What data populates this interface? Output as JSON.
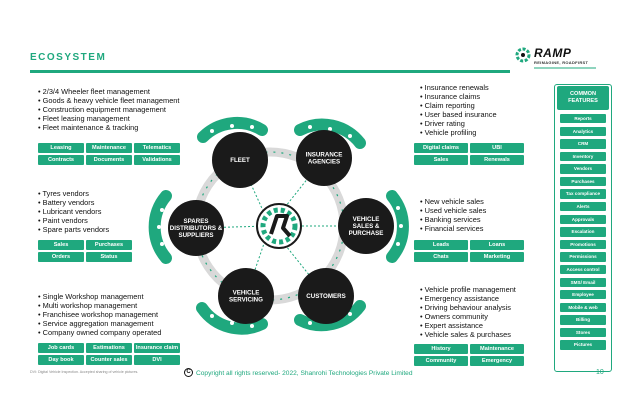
{
  "header": {
    "section_title": "ECOSYSTEM",
    "logo_text": "RAMP",
    "logo_tagline": "REIMAGINE, ROADFIRST"
  },
  "colors": {
    "accent": "#1fa87e",
    "node": "#1a1a1a",
    "ring": "#d9d9d9"
  },
  "diagram": {
    "nodes": [
      {
        "id": "fleet",
        "lines": [
          "FLEET"
        ]
      },
      {
        "id": "insurance",
        "lines": [
          "INSURANCE",
          "AGENCIES"
        ]
      },
      {
        "id": "vehicle-sales",
        "lines": [
          "VEHICLE",
          "SALES &",
          "PURCHASE"
        ]
      },
      {
        "id": "customers",
        "lines": [
          "CUSTOMERS"
        ]
      },
      {
        "id": "vehicle-servicing",
        "lines": [
          "VEHICLE",
          "SERVICING"
        ]
      },
      {
        "id": "spares",
        "lines": [
          "SPARES",
          "DISTRIBUTORS &",
          "SUPPLIERS"
        ]
      }
    ]
  },
  "blocks": {
    "fleet": {
      "bullets": [
        "2/3/4 Wheeler fleet management",
        "Goods & heavy vehicle fleet management",
        "Construction equipment management",
        "Fleet leasing management",
        "Fleet maintenance & tracking"
      ],
      "chips": [
        "Leasing",
        "Maintenance",
        "Telematics",
        "Contracts",
        "Documents",
        "Validations"
      ]
    },
    "spares": {
      "bullets": [
        "Tyres vendors",
        "Battery vendors",
        "Lubricant vendors",
        "Paint vendors",
        "Spare parts vendors"
      ],
      "chips": [
        "Sales",
        "Purchases",
        "Orders",
        "Status"
      ]
    },
    "servicing": {
      "bullets": [
        "Single Workshop management",
        "Multi workshop management",
        "Franchisee workshop management",
        "Service aggregation management",
        "Company owned company operated"
      ],
      "chips": [
        "Job cards",
        "Estimations",
        "Insurance claim",
        "Day book",
        "Counter sales",
        "DVI"
      ]
    },
    "insurance": {
      "bullets": [
        "Insurance renewals",
        "Insurance claims",
        "Claim reporting",
        "User based insurance",
        "Driver rating",
        "Vehicle profiling"
      ],
      "chips": [
        "Digital claims",
        "UBI",
        "Sales",
        "Renewals"
      ]
    },
    "sales": {
      "bullets": [
        "New vehicle sales",
        "Used vehicle sales",
        "Banking services",
        "Financial services"
      ],
      "chips": [
        "Leads",
        "Loans",
        "Chats",
        "Marketing"
      ]
    },
    "customers": {
      "bullets": [
        "Vehicle profile management",
        "Emergency assistance",
        "Driving behaviour analysis",
        "Owners community",
        "Expert assistance",
        "Vehicle sales & purchases"
      ],
      "chips": [
        "History",
        "Maintenance",
        "Community",
        "Emergency"
      ]
    }
  },
  "common_features": {
    "title": "COMMON FEATURES",
    "items": [
      "Reports",
      "Analytics",
      "CRM",
      "Inventory",
      "Vendors",
      "Purchases",
      "Tax compliance",
      "Alerts",
      "Approvals",
      "Escalation",
      "Promotions",
      "Permissions",
      "Access control",
      "SMS/ Email",
      "Employee",
      "Mobile & web",
      "Billing",
      "Stores",
      "Pictures"
    ]
  },
  "footer": {
    "footnote": "DVI: Digital Vehicle Inspection. Accepted sharing of vehicle pictures.",
    "copyright_symbol": "C",
    "copyright": "Copyright all rights reserved- 2022, Shanrohi Technologies Private Limited",
    "page_number": "10"
  }
}
